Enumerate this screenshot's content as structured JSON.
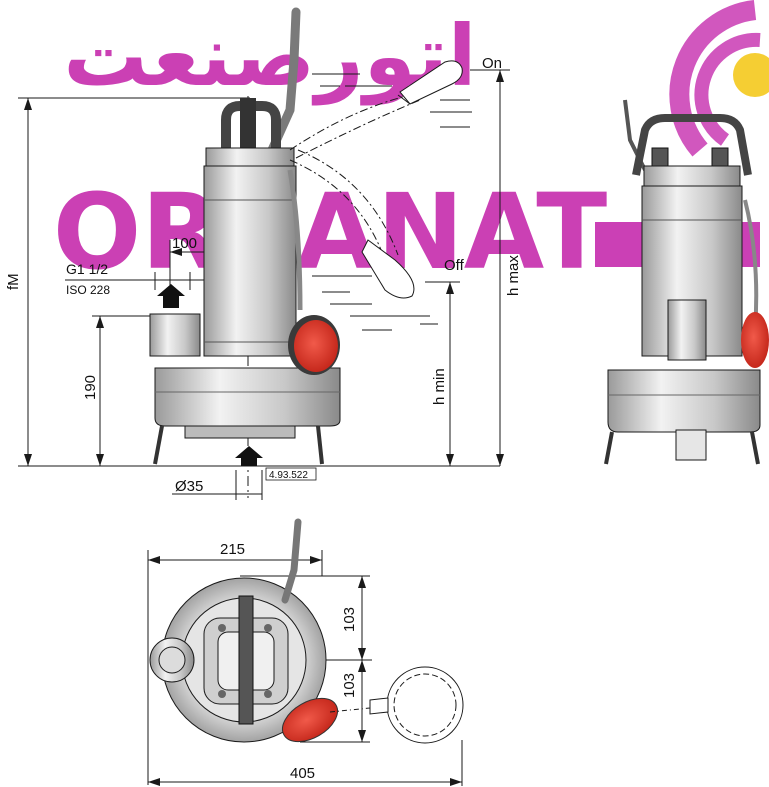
{
  "watermark": {
    "arabic": "اتورصنعت",
    "latin": "ORSANAT",
    "color": "#c21fa8",
    "accent": "#f2c200"
  },
  "side_view": {
    "on_label": "On",
    "off_label": "Off",
    "fM_label": "fM",
    "h_max_label": "h max",
    "h_min_label": "h min",
    "width_100": "100",
    "thread_label": "G1 1/2",
    "thread_std": "ISO 228",
    "height_190": "190",
    "diameter_label": "Ø35",
    "code_label": "4.93.522"
  },
  "top_view": {
    "width_215": "215",
    "half_103_top": "103",
    "half_103_bottom": "103",
    "width_405": "405"
  },
  "colors": {
    "float": "#e0352b",
    "body": "#d9d9d9",
    "line": "#1a1a1a"
  }
}
